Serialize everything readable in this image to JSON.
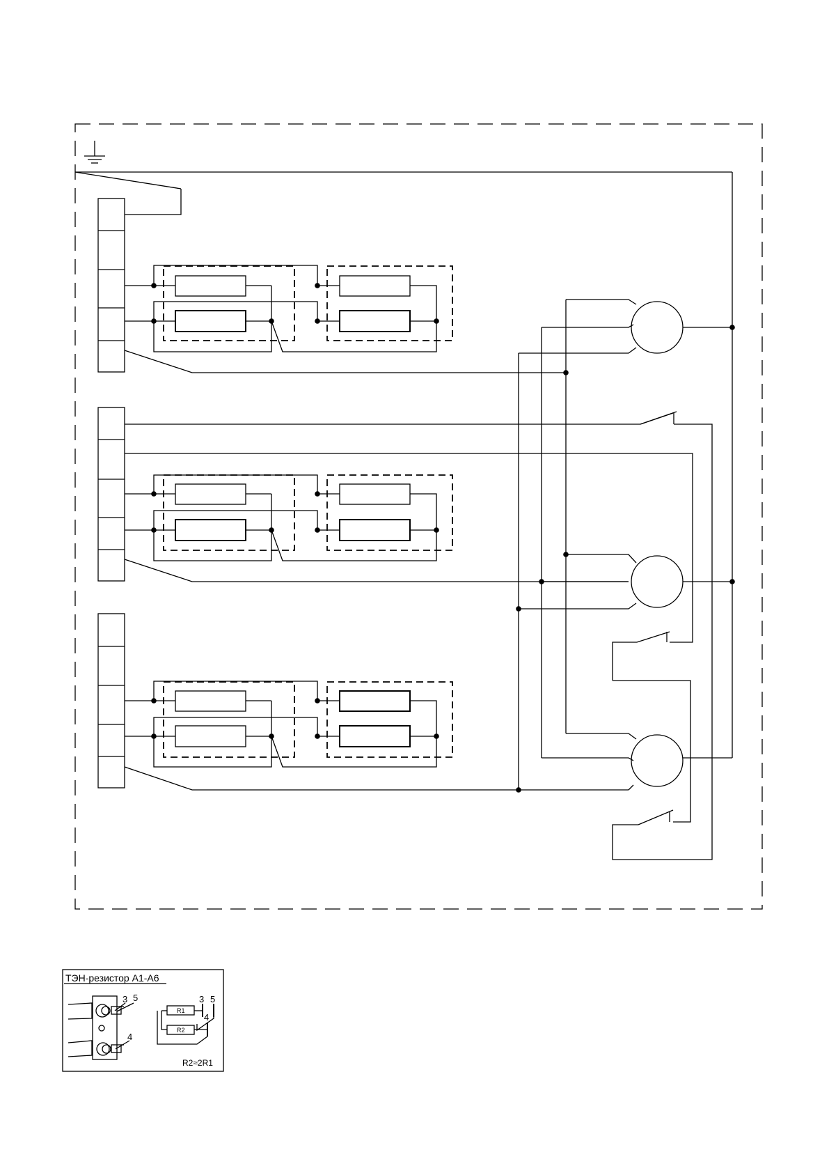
{
  "legend": {
    "title": "ТЭН-резистор  А1-А6",
    "pin_3": "3",
    "pin_5": "5",
    "pin_4": "4",
    "r1": "R1",
    "r2": "R2",
    "relation": "R2≈2R1"
  },
  "colors": {
    "line": "#000000",
    "background": "#ffffff"
  },
  "icons": {
    "ground": "ground-symbol-icon"
  }
}
